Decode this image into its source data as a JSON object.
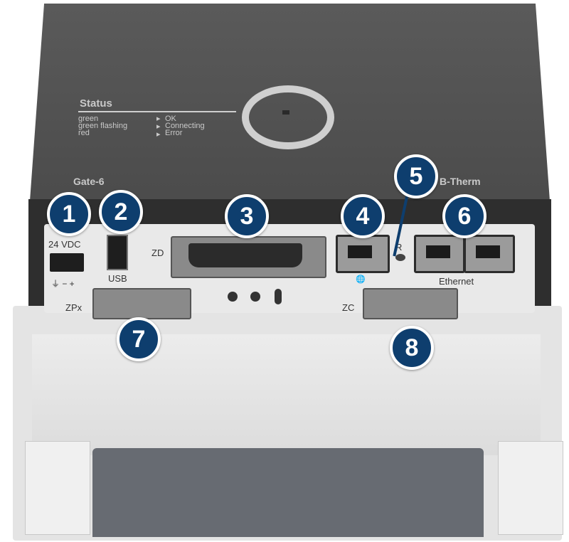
{
  "lid": {
    "status_title": "Status",
    "status_rows": [
      {
        "state": "green",
        "meaning": "OK"
      },
      {
        "state": "green flashing",
        "meaning": "Connecting"
      },
      {
        "state": "red",
        "meaning": "Error"
      }
    ],
    "device_name": "Gate-6",
    "brand": "B-Therm"
  },
  "labels": {
    "power": "24 VDC",
    "power_pins": "⏚  −  +",
    "usb": "USB",
    "zd": "ZD",
    "zpx": "ZPx",
    "zc": "ZC",
    "ethernet": "Ethernet",
    "reset": "R",
    "globe": "🌐"
  },
  "callouts": [
    "1",
    "2",
    "3",
    "4",
    "5",
    "6",
    "7",
    "8"
  ],
  "colors": {
    "callout": "#0e3e6e",
    "lid": "#555555",
    "housing": "#e4e4e4",
    "foam": "#676b72"
  }
}
